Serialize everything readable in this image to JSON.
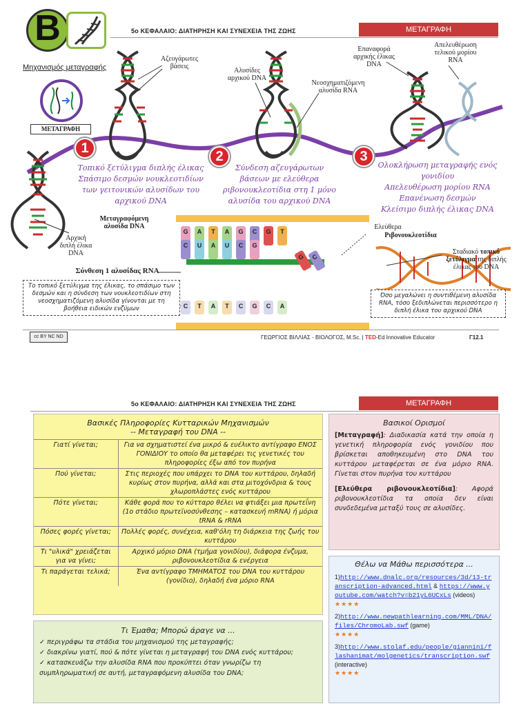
{
  "header": {
    "chapter": "5ο ΚΕΦΑΛΑΙΟ: ΔΙΑΤΗΡΗΣΗ ΚΑΙ ΣΥΝΕΧΕΙΑ ΤΗΣ ΖΩΗΣ",
    "section": "ΜΕΤΑΓΡΑΦΗ",
    "logo_letter": "B"
  },
  "page1": {
    "mechanism_title": "Μηχανισμός μεταγραφής",
    "metagrafi_badge": "ΜΕΤΑΓΡΑΦΗ",
    "labels": {
      "unpaired_bases": "Αζευγάρωτες\nβάσεις",
      "template_strands": "Αλυσίδες\nαρχικού DNA",
      "new_rna": "Νεοσχηματιζόμενη\nαλυσίδα RNA",
      "restore_helix": "Επαναφορά\nαρχικής έλικας\nDNA",
      "release_rna": "Απελευθέρωση\nτελικού μορίου\nRNA",
      "original_helix": "Αρχική\nδιπλή έλικα\nDNA",
      "transcribed_strand": "Μεταγραφόμενη\nαλυσίδα DNA",
      "free_nucleotides_pre": "Ελεύθερα",
      "free_nucleotides": "Ριβονουκλεοτίδια",
      "rna_synthesis": "Σύνθεση 1 αλυσίδας RNA",
      "gradual_pre": "Σταδιακό",
      "gradual_bold": "τοπικό ξετύλιγμα",
      "gradual_post": "της διπλής έλικας του DNA"
    },
    "steps": [
      {
        "num": "1",
        "text": "Τοπικό ξετύλιγμα διπλής έλικας\nΣπάσιμο δεσμών νουκλεοτιδίων\nτων γειτονικών αλυσίδων του\nαρχικού DNA"
      },
      {
        "num": "2",
        "text": "Σύνδεση αζευγάρωτων\nβάσεων με ελεύθερα\nριβονουκλεοτίδια στη 1 μόνο\nαλυσίδα του αρχικού DNA"
      },
      {
        "num": "3",
        "text": "Ολοκλήρωση μεταγραφής ενός\nγονιδίου\nΑπελευθέρωση μορίου RNA\nΕπανένωση δεσμών\nΚλείσιμο διπλής έλικας DNA"
      }
    ],
    "note_left": "Το τοπικό ξετύλιγμα της έλικας, το σπάσιμο των δεσμών και η σύνδεση των νουκλεοτιδίων στη νεοσχηματιζόμενη αλυσίδα γίνονται με τη βοήθεια ειδικών ενζύμων",
    "note_right": "Όσο μεγαλώνει η συντιθέμενη αλυσίδα RNA, τόσο ξεδιπλώνεται περισσότερο η διπλή έλικα του αρχικού DNA",
    "top_bases": [
      "G",
      "A",
      "T",
      "A",
      "G",
      "C",
      "G",
      "T"
    ],
    "rna_bases": [
      "C",
      "U",
      "A",
      "U",
      "C",
      "G"
    ],
    "bottom_bases": [
      "C",
      "T",
      "A",
      "T",
      "C",
      "G",
      "C",
      "A"
    ],
    "free_bases": [
      "G",
      "C"
    ],
    "footer_author": "ΓΕΩΡΓΙΟΣ ΒΙΛΛΙΑΣ - ΒΙΟΛΟΓΟΣ, M.Sc.",
    "footer_sep": "|",
    "footer_ted": "TED",
    "footer_ed": "-Ed Innovative Educator",
    "footer_page": "Γ12.1",
    "cc": "cc BY NC ND"
  },
  "page2": {
    "info_title_1": "Βασικές Πληροφορίες Κυτταρικών Μηχανισμών",
    "info_title_2": "-- Μεταγραφή του DNA --",
    "rows": [
      {
        "k": "Γιατί γίνεται;",
        "v": "Για να σχηματιστεί ένα μικρό & ευέλικτο αντίγραφο ΕΝΟΣ ΓΟΝΙΔΙΟΥ το οποίο θα μεταφέρει τις γενετικές του πληροφορίες έξω από τον πυρήνα"
      },
      {
        "k": "Πού γίνεται;",
        "v": "Στις περιοχές που υπάρχει το DNA του κυττάρου, δηλαδή κυρίως στον πυρήνα, αλλά και στα μιτοχόνδρια & τους χλωροπλάστες ενός κυττάρου"
      },
      {
        "k": "Πότε γίνεται;",
        "v": "Κάθε φορά που το κύτταρο θέλει να φτιάξει μια πρωτεΐνη (1ο στάδιο πρωτεϊνοσύνθεσης – κατασκευή mRNA) ή μόρια tRNA & rRNA"
      },
      {
        "k": "Πόσες φορές γίνεται;",
        "v": "Πολλές φορές, συνέχεια, καθ'όλη τη διάρκεια της ζωής του κυττάρου"
      },
      {
        "k": "Τι \"υλικά\" χρειάζεται για να γίνει;",
        "v": "Αρχικό μόριο DNA (τμήμα γονιδίου), διάφορα ένζυμα, ριβονουκλεοτίδια & ενέργεια"
      },
      {
        "k": "Τι παράγεται τελικά;",
        "v": "Ένα αντίγραφο ΤΜΗΜΑΤΟΣ του DNA του κυττάρου (γονίδιο), δηλαδή ένα μόριο RNA"
      }
    ],
    "defs_title": "Βασικοί Ορισμοί",
    "def1_term": "[Μεταγραφή]",
    "def1_text": ": Διαδικασία κατά την οποία η γενετική πληροφορία ενός γονιδίου που βρίσκεται αποθηκευμένη στο DNA του κυττάρου μεταφέρεται σε ένα μόριο RNA. Γίνεται στον πυρήνα του κυττάρου",
    "def2_term": "[Ελεύθερα ριβονουκλεοτίδια]",
    "def2_text": ": Αφορά ριβονουκλεοτίδια τα οποία δεν είναι συνδεδεμένα μεταξύ τους σε αλυσίδες.",
    "learned_title": "Τι Έμαθα; Μπορώ άραγε να ...",
    "learned": [
      "περιγράφω τα στάδια του μηχανισμού της μεταγραφής;",
      "διακρίνω γιατί, πού & πότε γίνεται η μεταγραφή του DNA ενός κυττάρου;",
      "κατασκευάζω την αλυσίδα RNA που προκύπτει όταν γνωρίζω τη συμπληρωματική σε αυτή, μεταγραφόμενη αλυσίδα του DNA;"
    ],
    "more_title": "Θέλω να Μάθω περισσότερα ...",
    "links": [
      {
        "n": "1)",
        "url": "http://www.dnalc.org/resources/3d/13-transcription-advanced.html",
        "amp": "&",
        "url2": "https://www.youtube.com/watch?v=b21yL6UCxLs",
        "kind": "(videos)",
        "stars": "★★★★"
      },
      {
        "n": "2)",
        "url": "http://www.newpathlearning.com/MML/DNA/files/ChromoLab.swf",
        "kind": "(game)",
        "stars": "★★★★"
      },
      {
        "n": "3)",
        "url": "http://www.stolaf.edu/people/giannini/flashanimat/molgenetics/transcription.swf",
        "kind": "(interactive)",
        "stars": "★★★★"
      }
    ]
  }
}
